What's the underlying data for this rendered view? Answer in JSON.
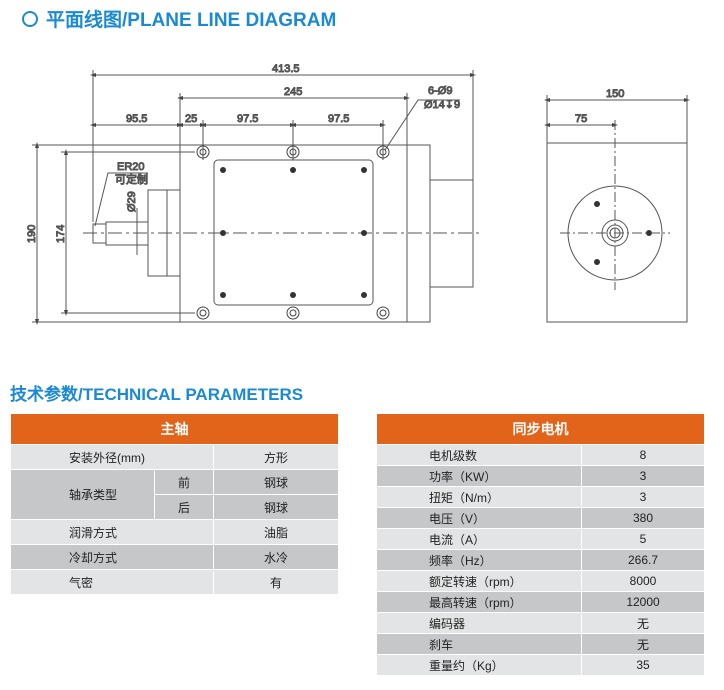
{
  "title": "平面线图/PLANE LINE DIAGRAM",
  "dims": {
    "total": "413.5",
    "body": "245",
    "front": "95.5",
    "offset": "25",
    "pitch1": "97.5",
    "pitch2": "97.5",
    "holes1": "6-Ø9",
    "holes2": "Ø14↧9",
    "collet1": "ER20",
    "collet2": "可定制",
    "nose": "Ø29",
    "height": "190",
    "mount_h": "174",
    "side_w": "150",
    "side_half": "75"
  },
  "section_title": "技术参数/TECHNICAL PARAMETERS",
  "spindle": {
    "header": "主轴",
    "rows": [
      {
        "label": "安装外径(mm)",
        "value": "方形"
      },
      {
        "label": "轴承类型",
        "sub1": "前",
        "v1": "钢球",
        "sub2": "后",
        "v2": "钢球"
      },
      {
        "label": "润滑方式",
        "value": "油脂"
      },
      {
        "label": "冷却方式",
        "value": "水冷"
      },
      {
        "label": "气密",
        "value": "有"
      }
    ]
  },
  "motor": {
    "header": "同步电机",
    "rows": [
      {
        "label": "电机级数",
        "value": "8"
      },
      {
        "label": "功率（KW）",
        "value": "3"
      },
      {
        "label": "扭矩（N/m）",
        "value": "3"
      },
      {
        "label": "电压（V）",
        "value": "380"
      },
      {
        "label": "电流（A）",
        "value": "5"
      },
      {
        "label": "频率（Hz）",
        "value": "266.7"
      },
      {
        "label": "额定转速（rpm）",
        "value": "8000"
      },
      {
        "label": "最高转速（rpm）",
        "value": "12000"
      },
      {
        "label": "编码器",
        "value": "无"
      },
      {
        "label": "刹车",
        "value": "无"
      },
      {
        "label": "重量约（Kg）",
        "value": "35"
      }
    ]
  }
}
